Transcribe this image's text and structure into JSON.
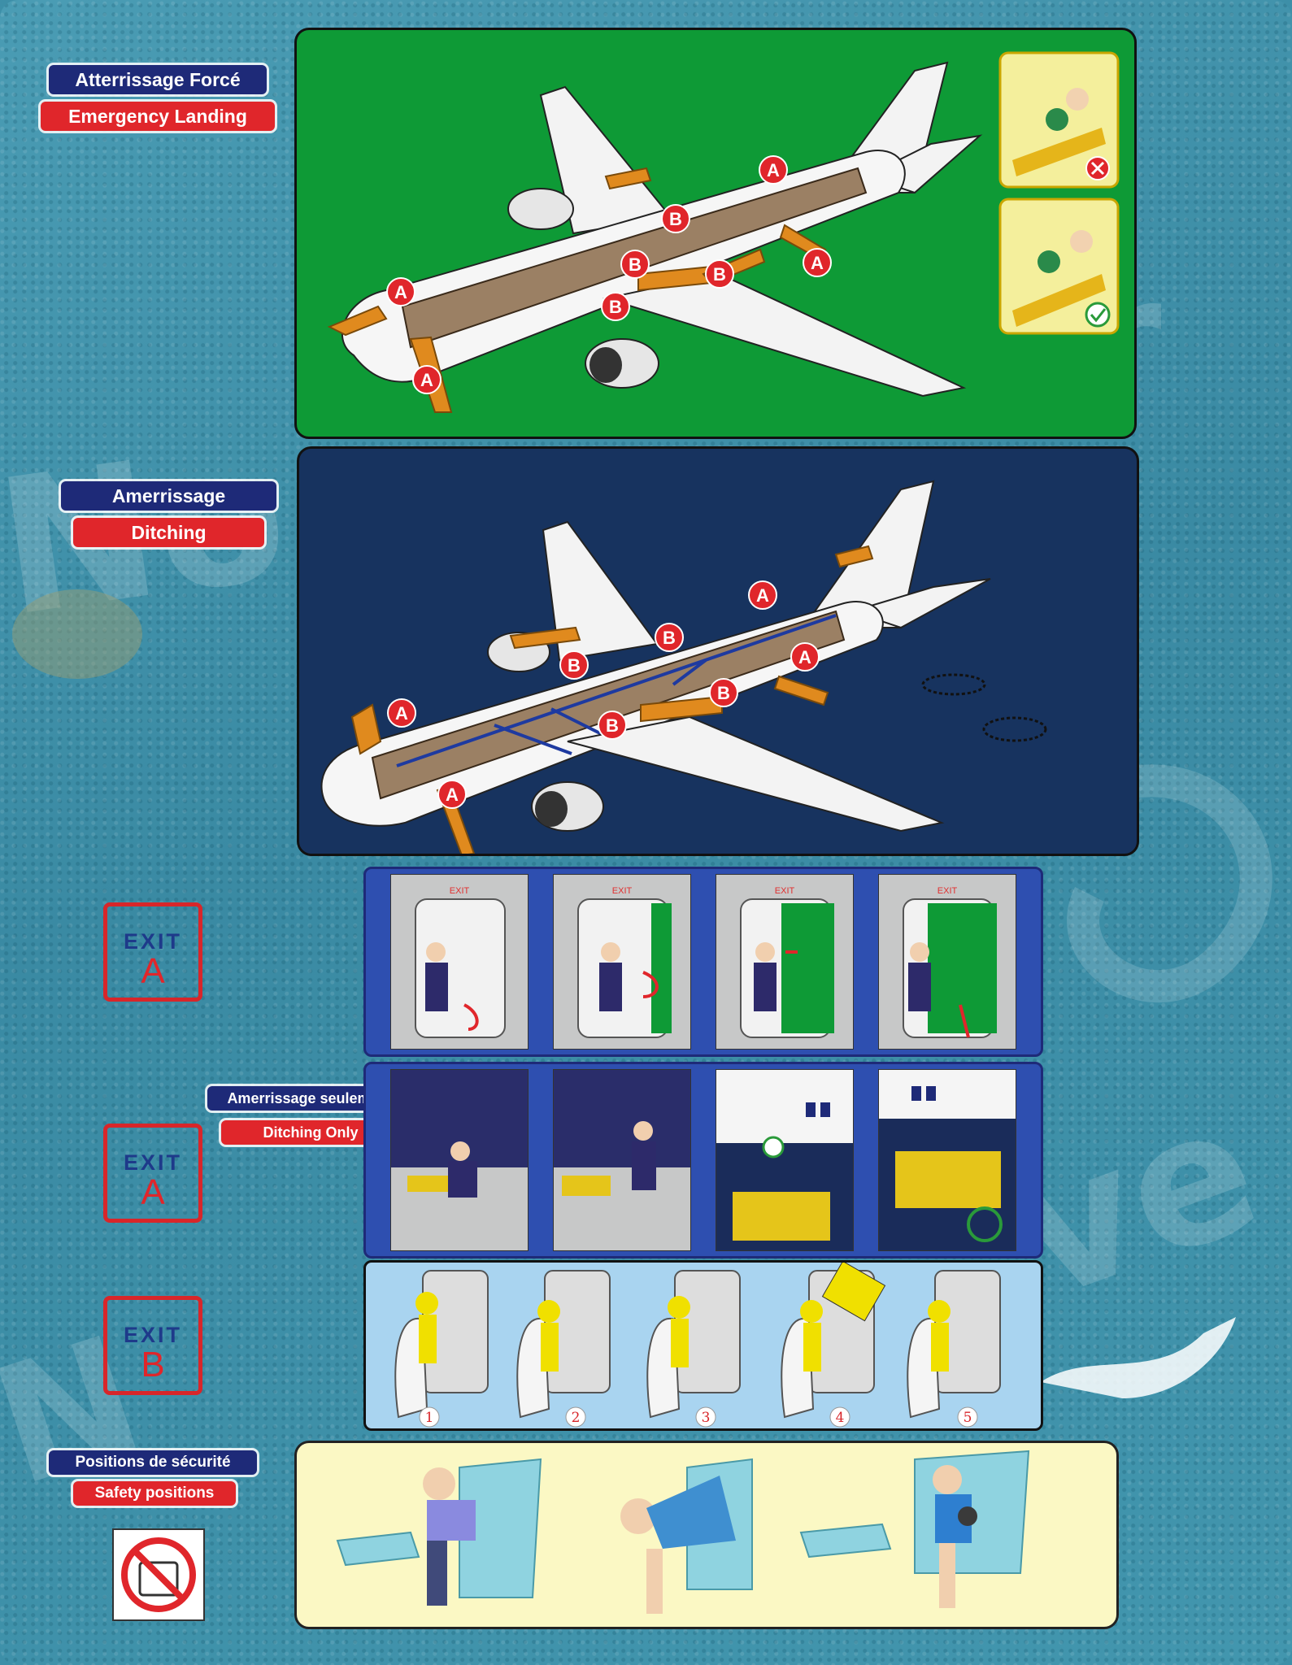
{
  "sections": {
    "emergency_landing": {
      "fr": "Atterrissage Forcé",
      "en": "Emergency Landing"
    },
    "ditching": {
      "fr": "Amerrissage",
      "en": "Ditching"
    },
    "ditching_only": {
      "fr": "Amerrissage seulement",
      "en": "Ditching Only"
    },
    "safety_positions": {
      "fr": "Positions de sécurité",
      "en": "Safety positions"
    }
  },
  "exits": {
    "exit_word": "EXIT",
    "a": "A",
    "b": "B"
  },
  "door_sign": "EXIT",
  "exit_b_steps": [
    "1",
    "2",
    "3",
    "4",
    "5"
  ],
  "colors": {
    "landing_panel": "#0e9a36",
    "ditching_panel": "#17335f",
    "label_blue": "#1e2a78",
    "label_red": "#e0262b",
    "slide_orange": "#e08a1e",
    "positions_panel": "#fbf8c4"
  },
  "icons": {
    "correct": "check-icon",
    "incorrect": "x-icon",
    "prohibited": "no-bag-icon"
  }
}
